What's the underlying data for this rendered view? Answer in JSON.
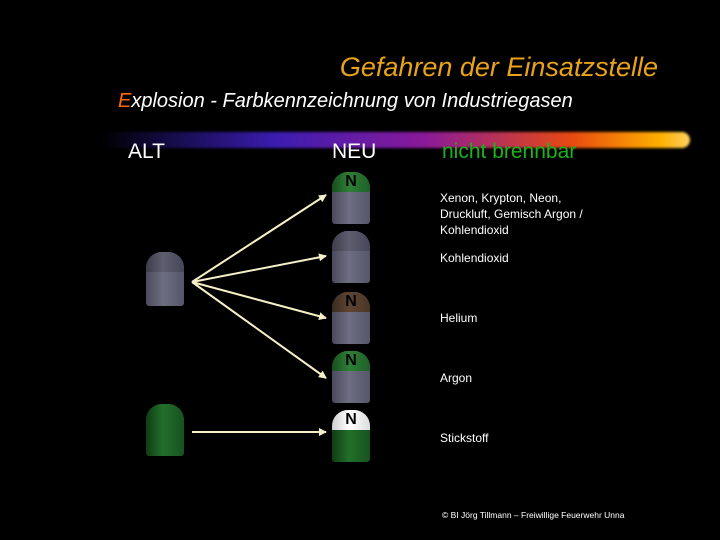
{
  "title": "Gefahren der Einsatzstelle",
  "subtitle_first": "E",
  "subtitle_rest": "xplosion - Farbkennzeichnung von Industriegasen",
  "headers": {
    "alt": "ALT",
    "neu": "NEU",
    "nicht_brennbar": "nicht brennbar"
  },
  "bottle_labels": {
    "n1": "N",
    "n3": "N",
    "n4": "N",
    "n5": "N"
  },
  "descriptions": {
    "d1_line1": "Xenon, Krypton, Neon,",
    "d1_line2": "Druckluft, Gemisch Argon /",
    "d1_line3": "Kohlendioxid",
    "d2": "Kohlendioxid",
    "d3": "Helium",
    "d4": "Argon",
    "d5": "Stickstoff"
  },
  "footer": "© BI Jörg Tillmann – Freiwillige Feuerwehr Unna",
  "colors": {
    "title": "#e9a318",
    "subtitle_initial": "#ff6a00",
    "nicht_brennbar": "#17b517",
    "bottle_gray": "#5a5a6e",
    "bottle_green": "#236f2a",
    "shoulder_brown": "#5e4534",
    "arrow": "#f5f0c8"
  }
}
